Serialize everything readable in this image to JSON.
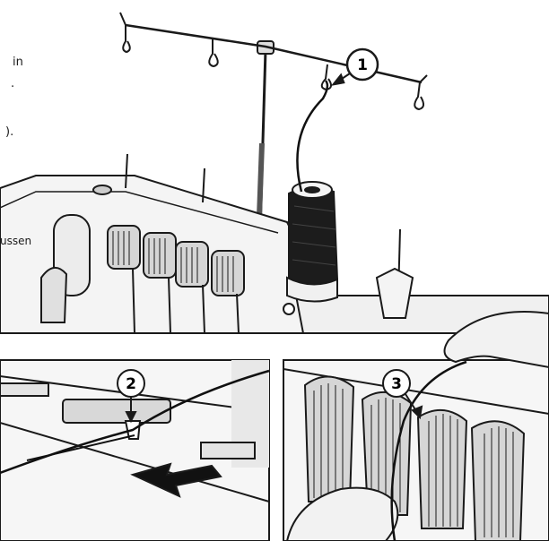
{
  "text_fragments": [
    "in",
    ".",
    ").",
    "ussen"
  ],
  "callouts": [
    "1",
    "2",
    "3"
  ],
  "colors": {
    "line": "#1a1a1a",
    "thread": "#111111",
    "panel": "#f2f2f2",
    "dial": "#d6d6d6",
    "spool": "#1c1c1c"
  },
  "icons": [
    "thread-stand",
    "serger-machine",
    "thread-spool",
    "thread-guide",
    "push-arrow",
    "tension-dials",
    "hand"
  ]
}
